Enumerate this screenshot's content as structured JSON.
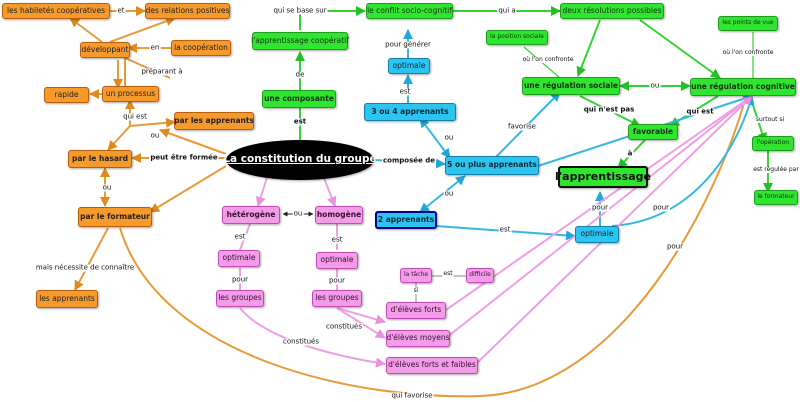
{
  "nodes": {
    "habiletes": "les habiletés coopératives",
    "relations": "des relations positives",
    "developpant": "développant",
    "cooperation": "la coopération",
    "processus": "un processus",
    "rapide": "rapide",
    "par_apprenants": "par les apprenants",
    "par_hasard": "par le hasard",
    "par_formateur": "par le formateur",
    "apprenants": "les apprenants",
    "apprentissage_coop": "l'apprentissage coopératif",
    "composante": "une composante",
    "constitution": "La constitution du groupe",
    "conflit": "le conflit socio-cognitif",
    "deux_resolutions": "deux résolutions possibles",
    "optimale_blue": "optimale",
    "trois_quatre": "3 ou 4 apprenants",
    "cinq_plus": "5 ou plus apprenants",
    "deux_apprenants": "2 apprenants",
    "optimale_bottom": "optimale",
    "position_sociale": "la position sociale",
    "regulation_sociale": "une régulation sociale",
    "regulation_cognitive": "une régulation cognitive",
    "points_de_vue": "les points de vue",
    "favorable": "favorable",
    "apprentissage": "l'apprentissage",
    "operation": "l'opération",
    "le_formateur": "le formateur",
    "heterogene": "hétérogène",
    "homogene": "homogène",
    "optimale_het": "optimale",
    "optimale_hom": "optimale",
    "groupes_het": "les groupes",
    "groupes_hom": "les groupes",
    "tache": "la tâche",
    "difficile": "difficile",
    "eleves_forts": "d'élèves forts",
    "eleves_moyens": "d'élèves moyens",
    "eleves_forts_faibles": "d'élèves forts et faibles"
  },
  "links": {
    "et": "et",
    "en": "en",
    "preparant": "préparant à",
    "qui_est": "qui est",
    "ou_1": "ou",
    "peut_etre_formee": "peut être formée",
    "ou_2": "ou",
    "mais_necessite": "mais nécessite de connaître",
    "qui_favorise": "qui favorise",
    "qui_se_base_sur": "qui se base sur",
    "de": "de",
    "est_comp": "est",
    "qui_a": "qui a",
    "pour_generer": "pour générer",
    "est_blue": "est",
    "ou_3": "ou",
    "favorise": "favorise",
    "compose_de": "composée de",
    "ou_4": "ou",
    "est_bottom": "est",
    "pour_1": "pour",
    "pour_2": "pour",
    "pour_3": "pour",
    "ou_on_confronte_1": "où l'on confronte",
    "ou_on_confronte_2": "où l'on confronte",
    "ou_5": "ou",
    "qui_nest_pas": "qui n'est pas",
    "qui_est_2": "qui est",
    "a": "à",
    "surtout_si": "surtout si",
    "est_regulee_par": "est régulée par",
    "ou_6": "ou",
    "est_het": "est",
    "est_hom": "est",
    "pour_het": "pour",
    "pour_hom": "pour",
    "constitues_1": "constitués",
    "constitues_2": "constitués",
    "est_tache": "est",
    "si": "si"
  },
  "colors": {
    "orange": "#f59a2b",
    "green": "#2fe52f",
    "blue": "#2cc4f0",
    "pink": "#f39ce8",
    "central": "#000000"
  }
}
